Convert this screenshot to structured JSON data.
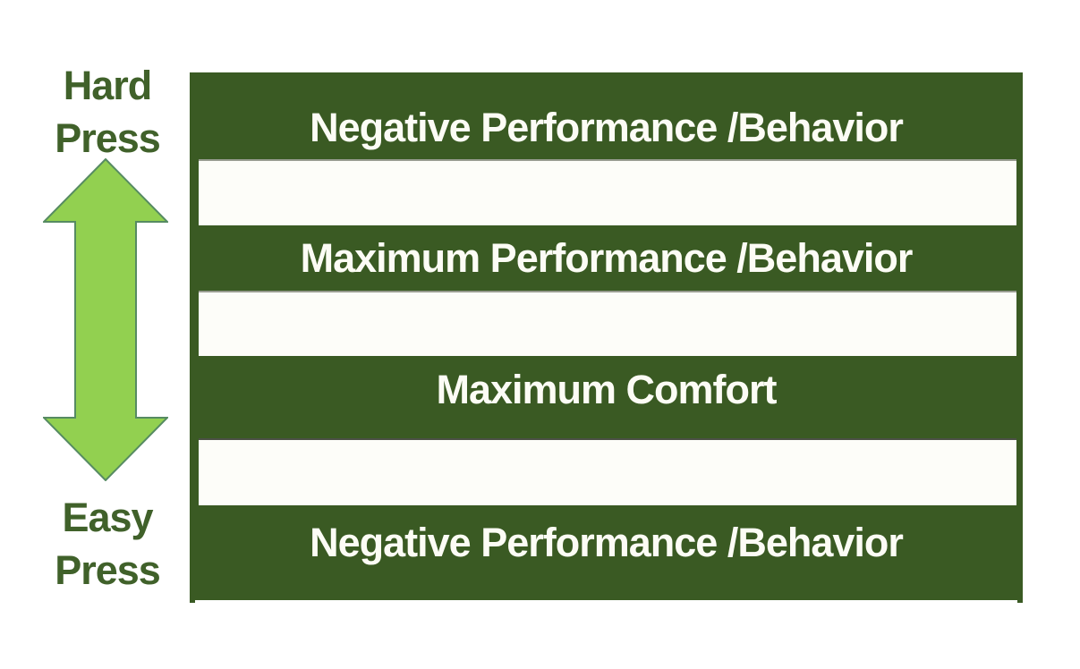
{
  "figure": {
    "kind": "press-performance-band-diagram"
  },
  "axis": {
    "top_line1": "Hard",
    "top_line2": "Press",
    "bottom_line1": "Easy",
    "bottom_line2": "Press"
  },
  "arrow": {
    "icon": "double-headed-vertical-arrow",
    "fill": "#92D050",
    "stroke": "#568B62"
  },
  "bands": [
    {
      "row": 1,
      "type": "dark",
      "label": "Negative Performance /Behavior"
    },
    {
      "row": 2,
      "type": "white",
      "label": ""
    },
    {
      "row": 3,
      "type": "dark",
      "label": "Maximum Performance /Behavior"
    },
    {
      "row": 4,
      "type": "white",
      "label": ""
    },
    {
      "row": 5,
      "type": "dark",
      "label": "Maximum Comfort"
    },
    {
      "row": 6,
      "type": "white",
      "label": ""
    },
    {
      "row": 7,
      "type": "dark",
      "label": "Negative Performance /Behavior"
    }
  ],
  "colors": {
    "dark_green": "#3A5A23",
    "band_text": "#FCFCF5",
    "white_band": "#FDFDF9",
    "axis_label_text": "#40612A",
    "arrow_fill": "#92D050",
    "arrow_stroke": "#568B62",
    "background": "#FFFFFF"
  }
}
